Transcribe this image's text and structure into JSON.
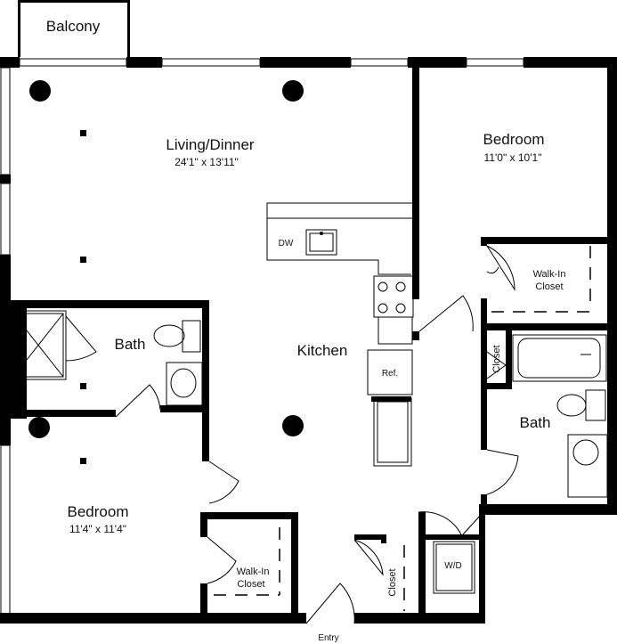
{
  "rooms": {
    "balcony": "Balcony",
    "living": "Living/Dinner",
    "living_dim": "24'1\" x 13'11\"",
    "bedroom1": "Bedroom",
    "bedroom1_dim": "11'0\" x 10'1\"",
    "walkin1_line1": "Walk-In",
    "walkin1_line2": "Closet",
    "bath1": "Bath",
    "kitchen": "Kitchen",
    "closet1": "Closet",
    "bath2": "Bath",
    "bedroom2": "Bedroom",
    "bedroom2_dim": "11'4\" x 11'4\"",
    "walkin2_line1": "Walk-In",
    "walkin2_line2": "Closet",
    "closet2": "Closet",
    "entry": "Entry"
  },
  "fixtures": {
    "dishwasher": "DW",
    "refrigerator": "Ref.",
    "washer_dryer": "W/D"
  }
}
